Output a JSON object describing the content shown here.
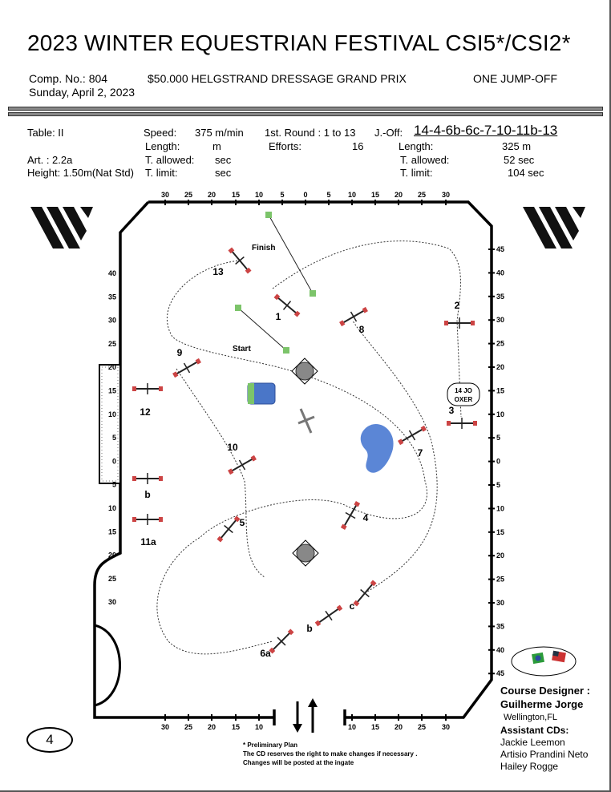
{
  "header": {
    "title": "2023 WINTER EQUESTRIAN FESTIVAL CSI5*/CSI2*",
    "comp_no": "Comp. No.: 804",
    "class_name": "$50.000 HELGSTRAND DRESSAGE GRAND PRIX",
    "format": "ONE JUMP-OFF",
    "date": "Sunday, April 2, 2023"
  },
  "specs": {
    "table": "Table: II",
    "art": "Art. :  2.2a",
    "height": "Height: 1.50m(Nat Std)",
    "speed_label": "Speed:",
    "speed": "375 m/min",
    "length_label": "Length:",
    "length_unit": "m",
    "t_allowed_label": "T. allowed:",
    "t_allowed_unit": "sec",
    "t_limit_label": "T. limit:",
    "t_limit_unit": "sec",
    "first_round": "1st. Round :  1 to 13",
    "efforts_label": "Efforts:",
    "efforts": "16",
    "joff_label": "J.-Off:",
    "joff_sequence": "14-4-6b-6c-7-10-11b-13",
    "joff_length_label": "Length:",
    "joff_length": "325 m",
    "joff_t_allowed_label": "T. allowed:",
    "joff_t_allowed": "52 sec",
    "joff_t_limit_label": "T. limit:",
    "joff_t_limit": "104 sec"
  },
  "course": {
    "jumps": [
      "1",
      "2",
      "3",
      "4",
      "5",
      "6a",
      "b",
      "c",
      "7",
      "8",
      "9",
      "10",
      "11a",
      "b",
      "12",
      "13"
    ],
    "finish": "Finish",
    "start": "Start",
    "jo_oxer": [
      "14 JO",
      "OXER"
    ],
    "top_ticks": [
      "30",
      "25",
      "20",
      "15",
      "10",
      "5",
      "0",
      "5",
      "10",
      "15",
      "20",
      "25",
      "30"
    ],
    "bottom_left_ticks": [
      "30",
      "25",
      "20",
      "15",
      "10"
    ],
    "bottom_right_ticks": [
      "10",
      "15",
      "20",
      "25",
      "30"
    ],
    "right_ticks": [
      "45",
      "40",
      "35",
      "30",
      "25",
      "20",
      "15",
      "10",
      "5",
      "0",
      "5",
      "10",
      "15",
      "20",
      "25",
      "30",
      "35",
      "40",
      "45"
    ],
    "left_ticks": [
      "40",
      "35",
      "30",
      "25",
      "20",
      "15",
      "10",
      "5",
      "0",
      "5",
      "10",
      "15",
      "20",
      "25",
      "30"
    ],
    "colors": {
      "water": "#5b86d6",
      "rect": "#4a76c8",
      "grass": "#7cc46a"
    }
  },
  "footer": {
    "page_number": "4",
    "prelim": "* Preliminary Plan",
    "note1": "The CD reserves the right to make changes if necessary .",
    "note2": "Changes will be posted at the ingate",
    "designer_label": "Course Designer :",
    "designer": "Guilherme Jorge",
    "location": "Wellington,FL",
    "assistants_label": "Assistant CDs:",
    "assistants": [
      "Jackie Leemon",
      "Artisio Prandini Neto",
      "Hailey Rogge"
    ]
  }
}
